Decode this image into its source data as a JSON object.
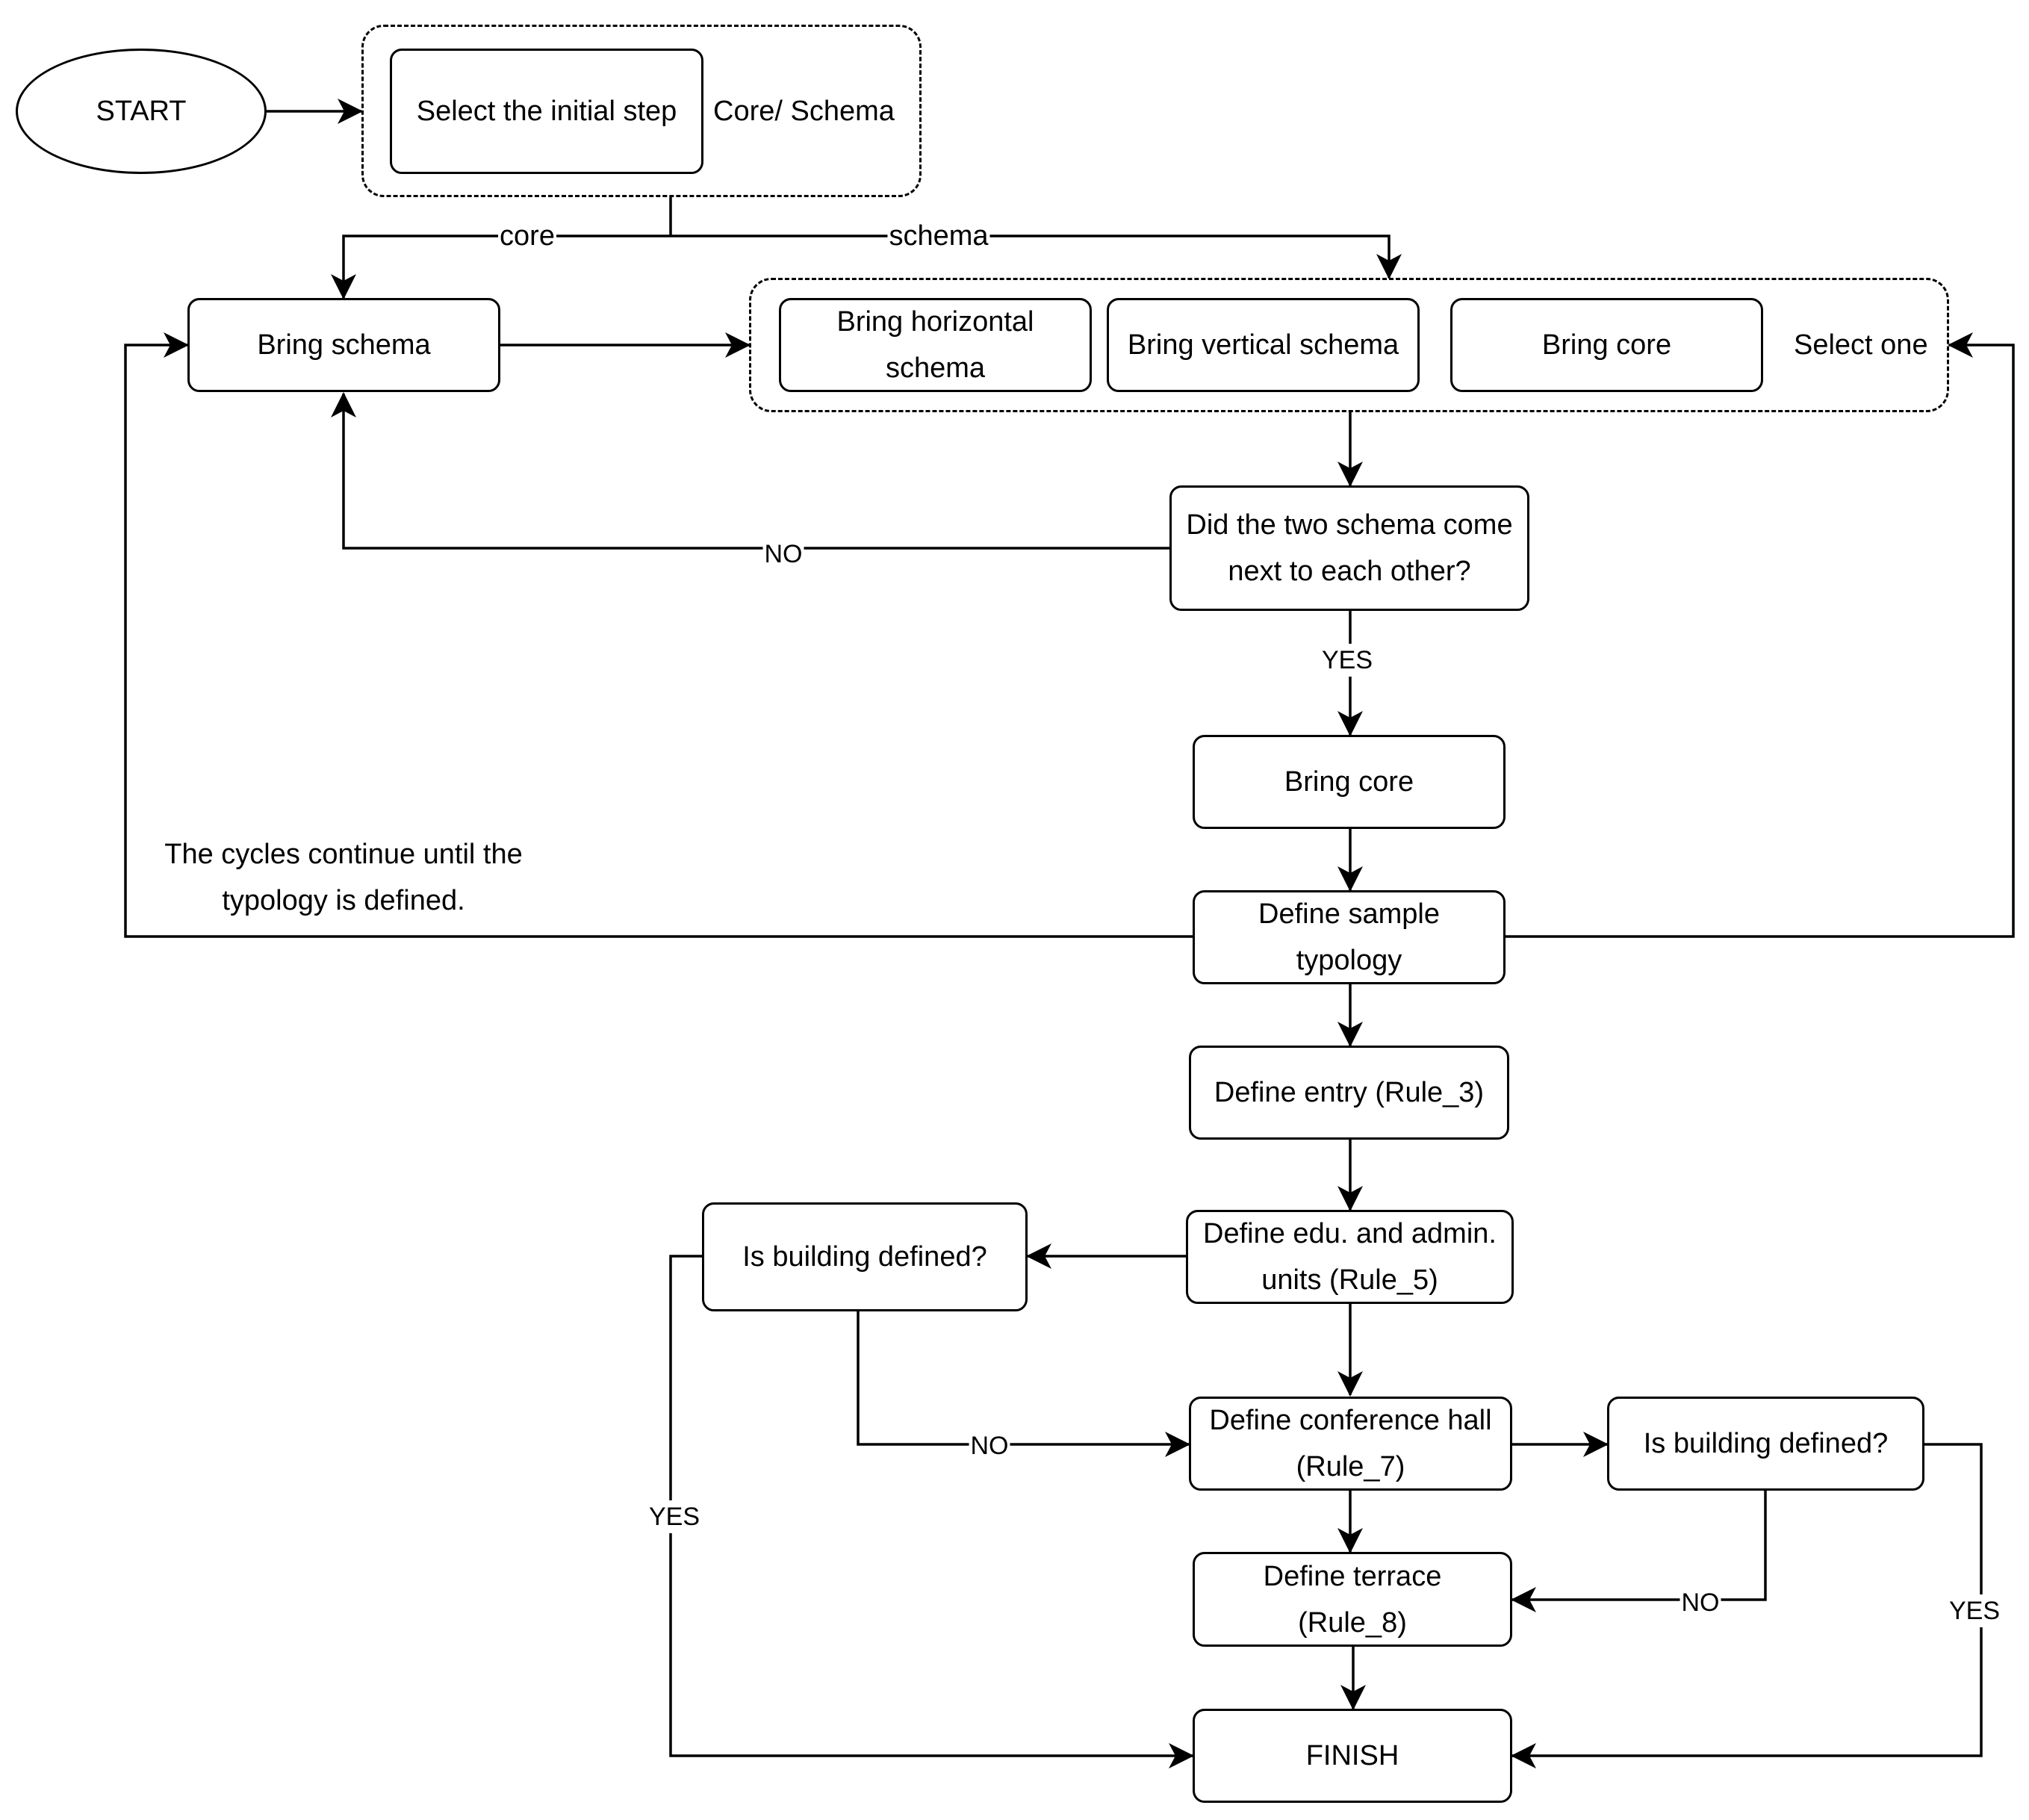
{
  "start": {
    "label": "START"
  },
  "initial_group": {
    "step_label": "Select the initial step",
    "group_label": "Core/ Schema"
  },
  "edges": {
    "core": "core",
    "schema": "schema",
    "no_1": "NO",
    "yes_1": "YES",
    "no_2": "NO",
    "yes_2": "YES",
    "no_3": "NO",
    "yes_3": "YES"
  },
  "bring_schema": "Bring schema",
  "select_group": {
    "horizontal": "Bring horizontal schema",
    "vertical": "Bring vertical schema",
    "core": "Bring core",
    "label": "Select one"
  },
  "decision_adjacent": "Did the two schema come next to each other?",
  "bring_core": "Bring core",
  "define_typology": "Define sample typology",
  "cycle_note": "The cycles continue until the typology is defined.",
  "define_entry": "Define entry (Rule_3)",
  "define_edu": "Define edu. and admin. units (Rule_5)",
  "is_defined_left": "Is building defined?",
  "define_conference": "Define conference hall (Rule_7)",
  "is_defined_right": "Is building defined?",
  "define_terrace": "Define terrace (Rule_8)",
  "finish": "FINISH"
}
